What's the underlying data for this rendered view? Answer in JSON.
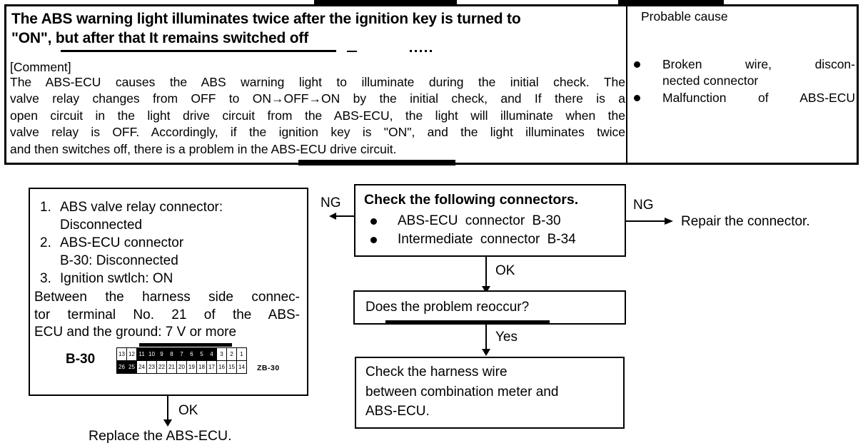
{
  "header": {
    "title_line1": "The ABS warning light illuminates twice after the ignition key is turned to",
    "title_line2": "\"ON\", but after that It remains switched off",
    "comment_label": "[Comment]",
    "comment_lines": [
      "The ABS-ECU causes the ABS warning light to illuminate during the initial check. The",
      "valve relay changes from OFF to ON→OFF→ON by the initial check, and If there is a",
      "open circuit in the light drive circuit from the ABS-ECU, the light will illuminate when the",
      "valve relay is OFF. Accordingly, if the ignition key is \"ON\", and the light illuminates twice",
      "and then switches off, there is a problem in the ABS-ECU drive circuit."
    ],
    "probable_cause": {
      "label": "Probable cause",
      "item1_line1": "Broken wire, discon-",
      "item1_line2": "nected connector",
      "item2": "Malfunction of ABS-ECU"
    }
  },
  "flowchart": {
    "precheck_box": {
      "item1_num": "1.",
      "item1_line1": "ABS valve relay connector:",
      "item1_line2": "Disconnected",
      "item2_num": "2.",
      "item2_line1": "ABS-ECU connector",
      "item2_line2": "B-30: Disconnected",
      "item3_num": "3.",
      "item3_line1": "Ignition swtlch: ON",
      "measure_line1": "Between the harness side connec-",
      "measure_line2": "tor terminal No. 21 of the ABS-",
      "measure_line3": "ECU and the ground: 7 V or more",
      "connector_label": "B-30",
      "connector_tag": "ZB-30",
      "pins_top": [
        "13",
        "12",
        "11",
        "10",
        "9",
        "8",
        "7",
        "6",
        "5",
        "4",
        "3",
        "2",
        "1"
      ],
      "pins_bottom": [
        "26",
        "25",
        "24",
        "23",
        "22",
        "21",
        "20",
        "19",
        "18",
        "17",
        "16",
        "15",
        "14"
      ],
      "pins_top_dark": [
        "11",
        "10",
        "9",
        "8",
        "7",
        "6",
        "5",
        "4"
      ],
      "pins_bottom_dark": [
        "26",
        "25"
      ]
    },
    "ok_label_1": "OK",
    "replace_text": "Replace the ABS-ECU.",
    "check_connectors_box": {
      "title": "Check the following connectors.",
      "bullet1": "ABS-ECU connector B-30",
      "bullet2": "Intermediate connector B-34"
    },
    "ng_left_label": "NG",
    "ng_right_label": "NG",
    "repair_text": "Repair the connector.",
    "ok_label_2": "OK",
    "reoccur_text": "Does the problem reoccur?",
    "yes_label": "Yes",
    "harness_line1": "Check the harness wire",
    "harness_line2": "between combination meter and",
    "harness_line3": "ABS-ECU."
  }
}
